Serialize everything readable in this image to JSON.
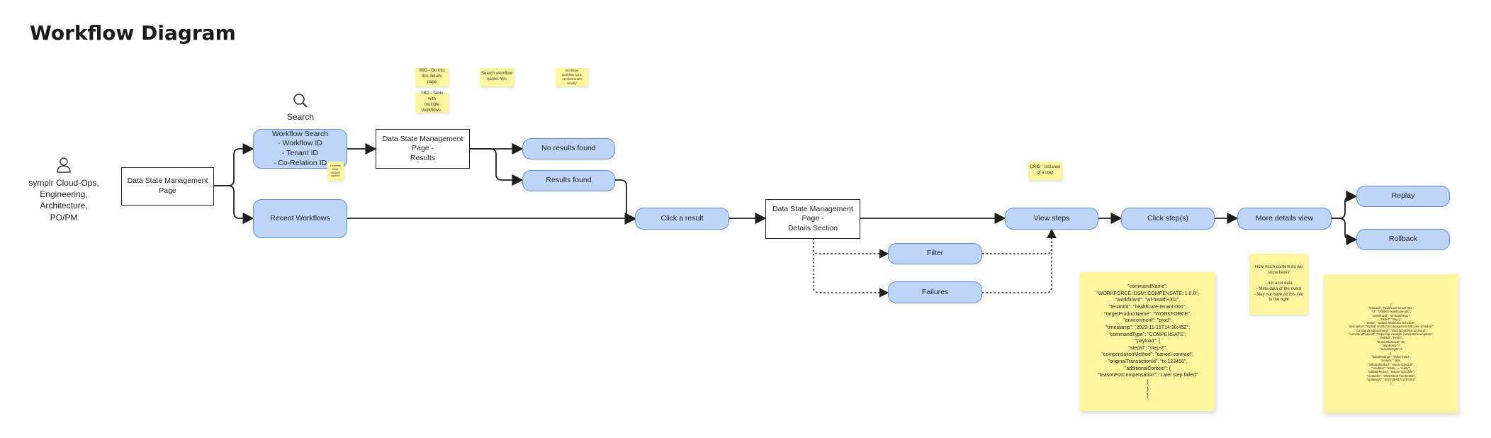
{
  "title": "Workflow Diagram",
  "actor": {
    "icon": "user-icon",
    "label": "symplr Cloud-Ops,\nEngineering,\nArchitecture,\nPO/PM"
  },
  "search": {
    "icon": "search-icon",
    "label": "Search"
  },
  "nodes": {
    "dsm_page": "Data State Management Page",
    "workflow_search": "Workflow Search\n- Workflow ID\n- Tenant ID\n- Co-Relation ID",
    "recent_workflows": "Recent Workflows",
    "dsm_results": "Data State Management Page -\nResults",
    "no_results": "No results found",
    "results_found": "Results found",
    "click_result": "Click a result",
    "dsm_details": "Data State Management Page -\nDetails Section",
    "filter": "Filter",
    "failures": "Failures",
    "view_steps": "View steps",
    "click_steps": "Click step(s)",
    "more_details": "More details view",
    "replay": "Replay",
    "rollback": "Rollback"
  },
  "sticky_notes": {
    "wid": "WID - Go into\nthis details page",
    "tbd": "TBD - Table with\nmultiple\nworkflows.",
    "search_workflow": "Search workflow\nname. Yes",
    "top_right": "Workflow\nworkflow sync\nvendor/tenant\nmainly",
    "combine": "Combine\nMulti-\nmultiple\nsystem",
    "crid": "CRID - Instance\nof a step",
    "how_much": "How much content do we\nshow here?\n\n- not a lot data\n- Meta data of the event\n- May not have all this info\nto the right"
  },
  "json_note": "\"commandName\":\n\"WORKFORCE::DSM::COMPENSATE::1.0.0\",\n\"workflowId\": \"wf-health-002\",\n\"tenantId\": \"healthcare-tenant-001\",\n\"targetProductName\": \"WORKFORCE\",\n\"environment\": \"prod\",\n\"timestamp\": \"2023-11-15T14:30:45Z\",\n\"commandType\": \"COMPENSATE\",\n\"payload\": {\n\"stepId\": \"step-2\",\n\"compensationMethod\": \"cancel-contract\",\n\"originalTransactionId\": \"tx-123456\",\n\"additionalContext\": {\n\"reasonForCompensation\": \"Later step failed\"\n}\n}\n}",
  "json_note_small": "{\n\"tenantId\": \"healthcare-tenant-001\",\n\"id\": \"f2f8fbe4-healthcare-abc\",\n\"workflowId\": \"wf-health-001\",\n\"stepId\": \"step-1\",\n\"name\": \"Update Workforce Schedule\",\n\"description\": \"Update workforce management with new schedule\",\n\"commandEndpointName\": \"WorkforceDSMCommand\",\n\"commandEndpoint\": \"https://api.example.com/workforce/update\",\n\"method\": \"POST\",\n\"timeoutSeconds\": 30,\n\"retryPolicy\": {\n\"maxAttempts\": 3\n},\n\"failedFindings\": \"leave-intact\",\n\"isAsync\": false,\n\"rollbackMethod\": \"revert-schedule\",\n\"condition\": \"status == 'ready'\",\n\"rollbackPeriod\": \"restore-schedule\",\n\"createdAt\": \"2023-06-01T12:00:00Z\",\n\"updatedAt\": \"2023-06-01T12:30:00Z\"\n}",
  "colors": {
    "pill_fill": "#bfd5f7",
    "pill_stroke": "#5e8fdd",
    "note": "#fff59c",
    "line": "#1e1e1e"
  }
}
